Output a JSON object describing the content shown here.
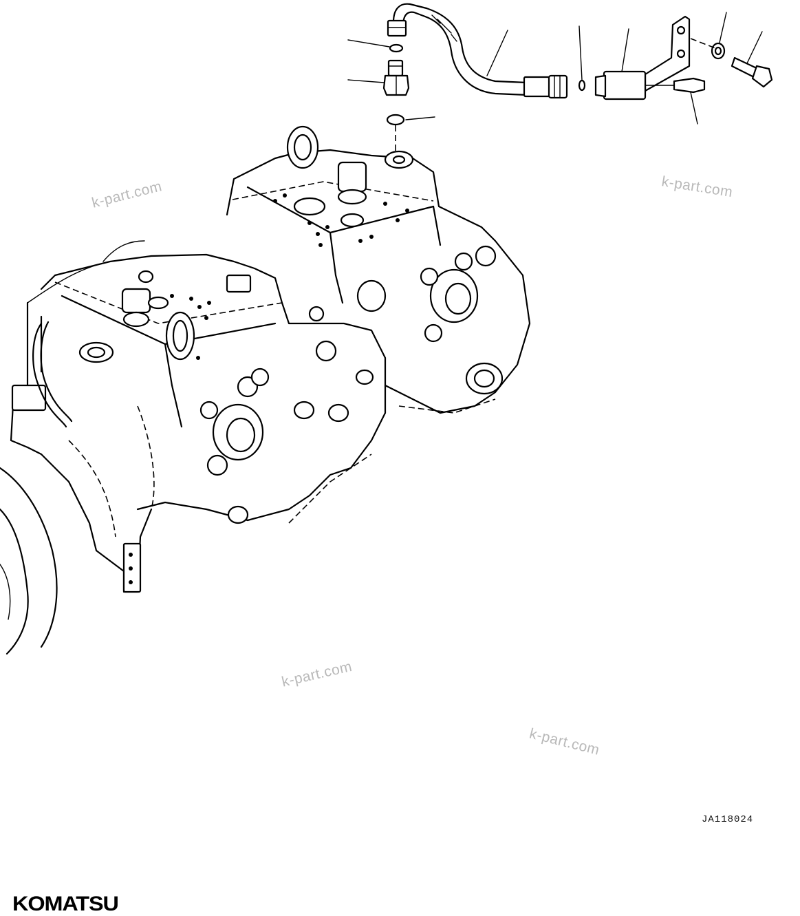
{
  "watermarks": [
    "k-part.com",
    "k-part.com",
    "k-part.com",
    "k-part.com"
  ],
  "drawing_code": "JA118024",
  "brand": "KOMATSU"
}
